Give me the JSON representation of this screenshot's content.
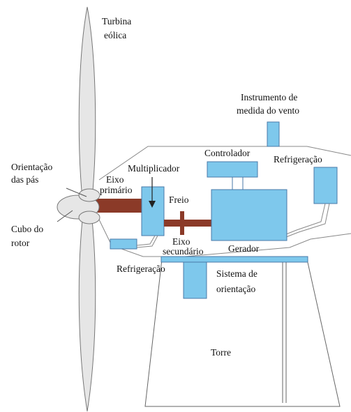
{
  "labels": {
    "title_line1": "Turbina",
    "title_line2": "eólica",
    "wind_instrument_line1": "Instrumento de",
    "wind_instrument_line2": "medida do vento",
    "controller": "Controlador",
    "cooling_right": "Refrigeração",
    "blade_pitch_line1": "Orientação",
    "blade_pitch_line2": "das pás",
    "multiplier": "Multiplicador",
    "primary_shaft_line1": "Eixo",
    "primary_shaft_line2": "primário",
    "brake": "Freio",
    "rotor_hub_line1": "Cubo do",
    "rotor_hub_line2": "rotor",
    "secondary_shaft_line1": "Eixo",
    "secondary_shaft_line2": "secundário",
    "generator": "Gerador",
    "cooling_left": "Refrigeração",
    "yaw_system_line1": "Sistema de",
    "yaw_system_line2": "orientação",
    "tower": "Torre"
  },
  "colors": {
    "component_fill": "#7ec8ec",
    "component_stroke": "#4a7aa8",
    "shaft": "#8b3a28",
    "blade_fill": "#e6e6e6",
    "outline": "#666666"
  }
}
